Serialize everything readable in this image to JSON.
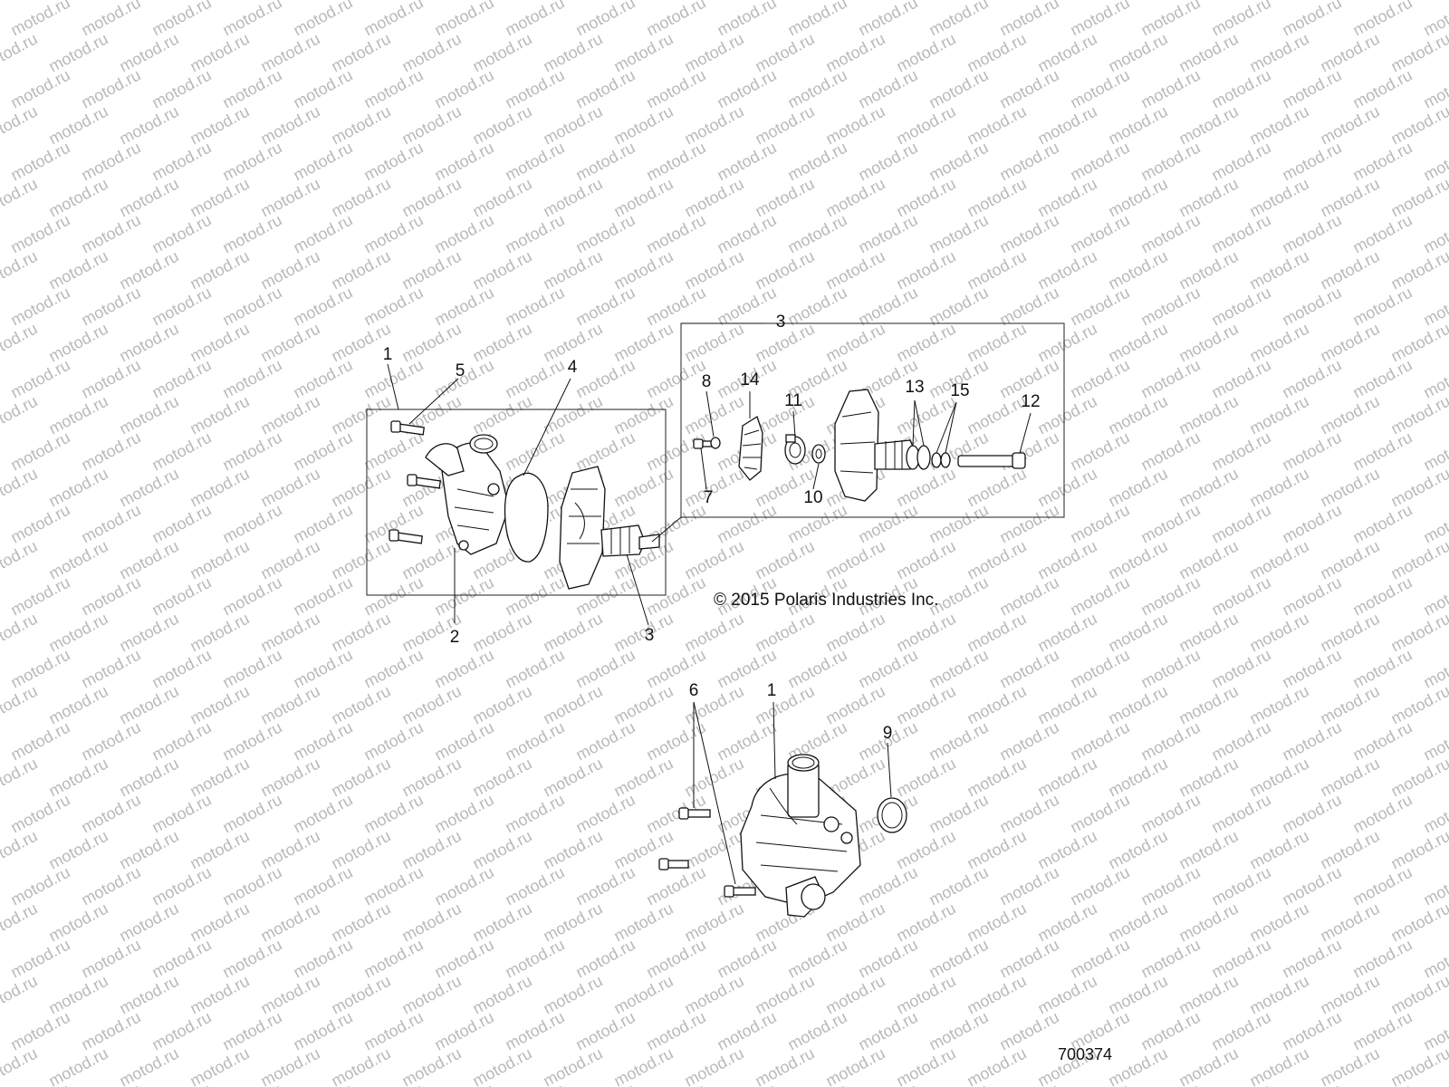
{
  "watermark": "motod.ru",
  "copyright": "© 2015 Polaris Industries Inc.",
  "document_number": "700374",
  "callouts": {
    "c1_top": "1",
    "c5": "5",
    "c4": "4",
    "c2": "2",
    "c3_bottom": "3",
    "c3_box": "3",
    "c8": "8",
    "c14": "14",
    "c11": "11",
    "c13": "13",
    "c15": "15",
    "c12": "12",
    "c7": "7",
    "c10": "10",
    "c6": "6",
    "c1_lower": "1",
    "c9": "9"
  }
}
